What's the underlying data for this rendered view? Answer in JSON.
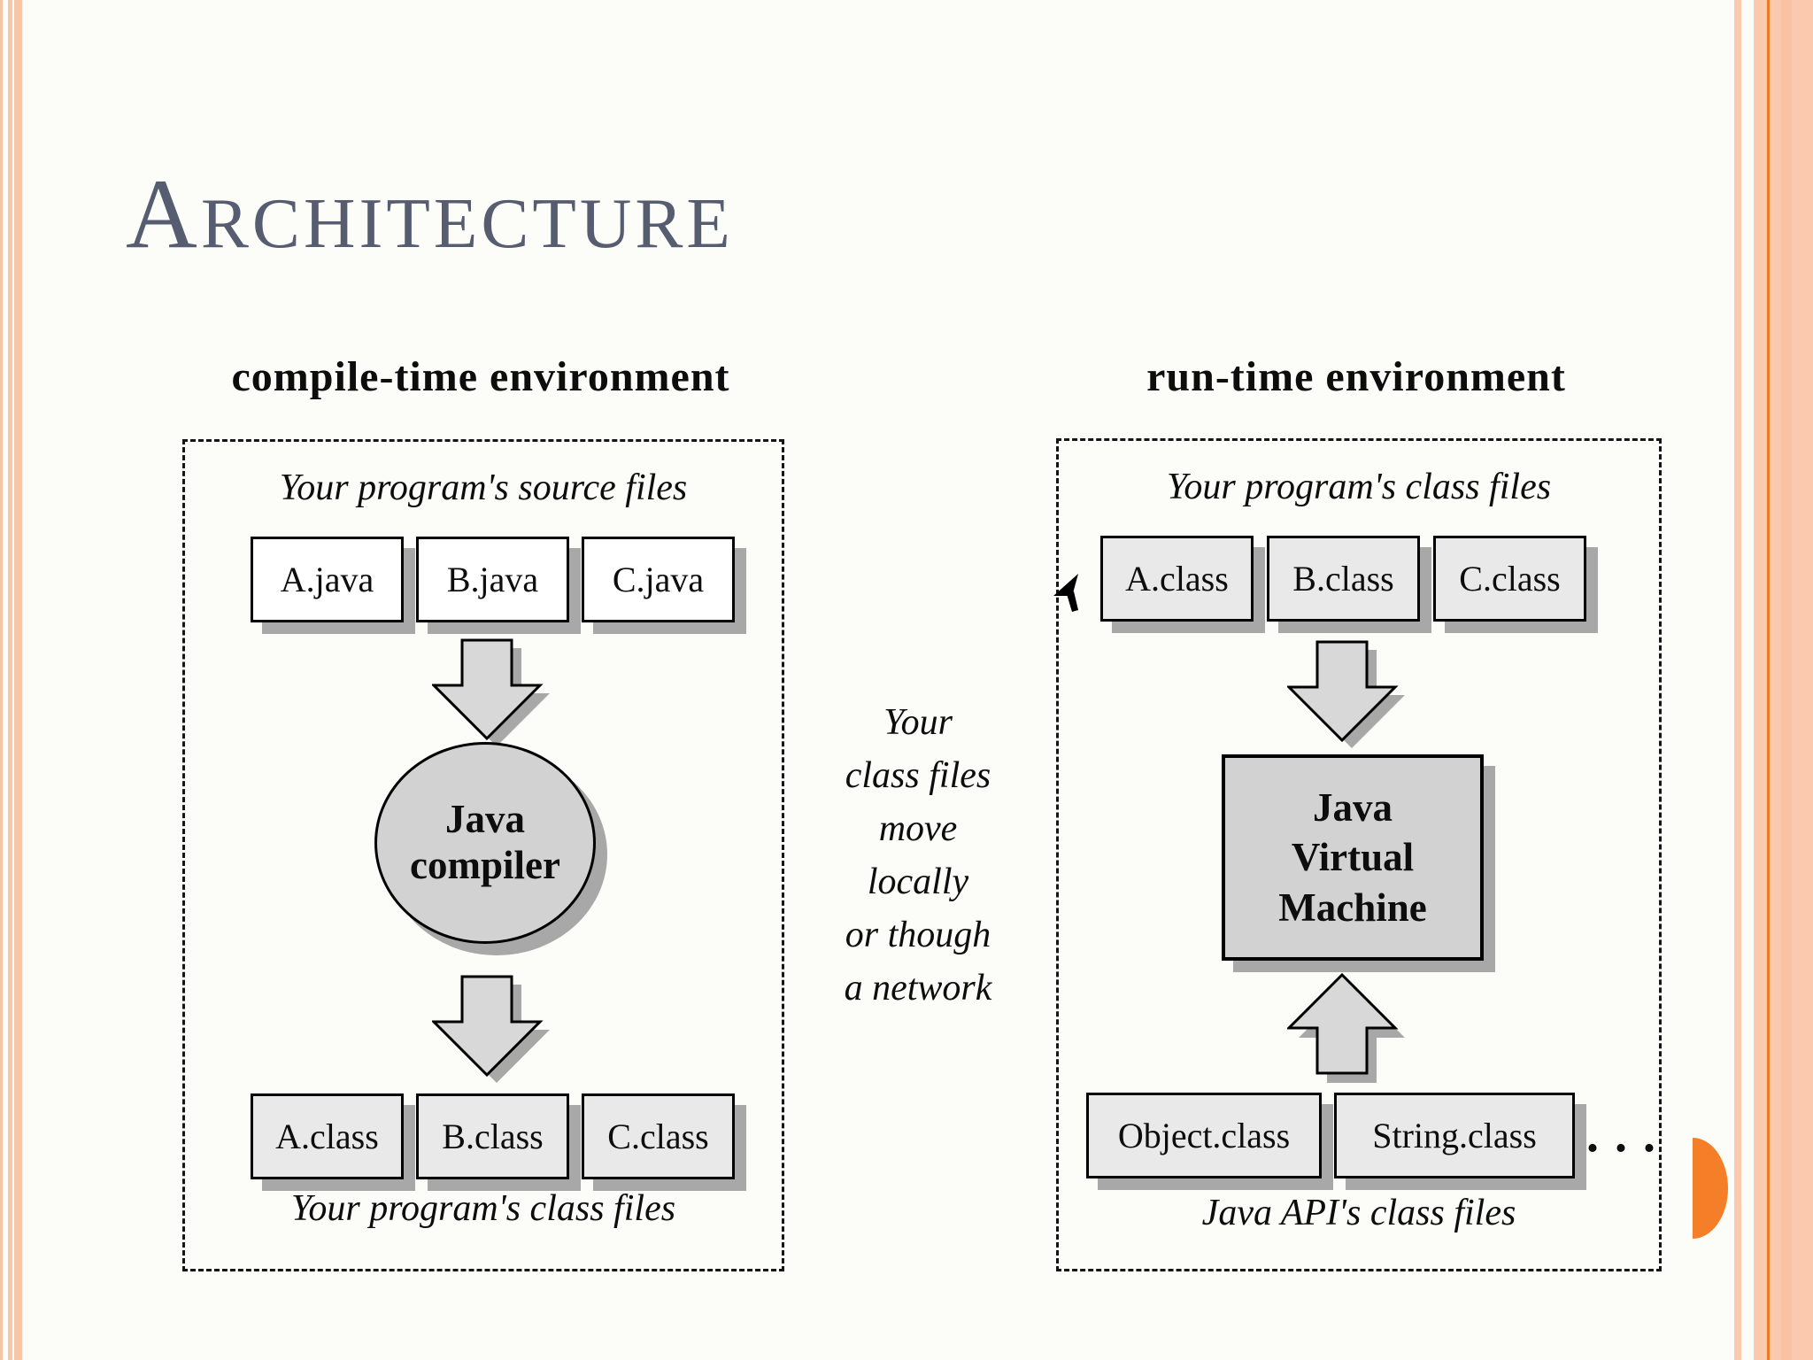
{
  "title": {
    "initial": "A",
    "rest": "RCHITECTURE"
  },
  "left": {
    "header": "compile-time environment",
    "top_caption": "Your program's source files",
    "files_top": [
      "A.java",
      "B.java",
      "C.java"
    ],
    "processor_lines": [
      "Java",
      "compiler"
    ],
    "files_bottom": [
      "A.class",
      "B.class",
      "C.class"
    ],
    "bottom_caption": "Your program's class files"
  },
  "right": {
    "header": "run-time environment",
    "top_caption": "Your program's class files",
    "files_top": [
      "A.class",
      "B.class",
      "C.class"
    ],
    "processor_lines": [
      "Java",
      "Virtual",
      "Machine"
    ],
    "files_bottom": [
      "Object.class",
      "String.class"
    ],
    "ellipsis": ". . .",
    "bottom_caption": "Java API's class files"
  },
  "middle_note_lines": [
    "Your",
    "class files",
    "move",
    "locally",
    "or though",
    "a network"
  ],
  "colors": {
    "title_text": "#565d70",
    "stripe_peach": "#f9c5a7",
    "band_peach": "#fbc9ae",
    "accent_orange_line": "#e87b28",
    "semicircle_orange": "#f57e28",
    "shape_gray": "#d2d2d2",
    "file_gray": "#e9e9e9",
    "shadow_gray": "#a8a8a8"
  }
}
